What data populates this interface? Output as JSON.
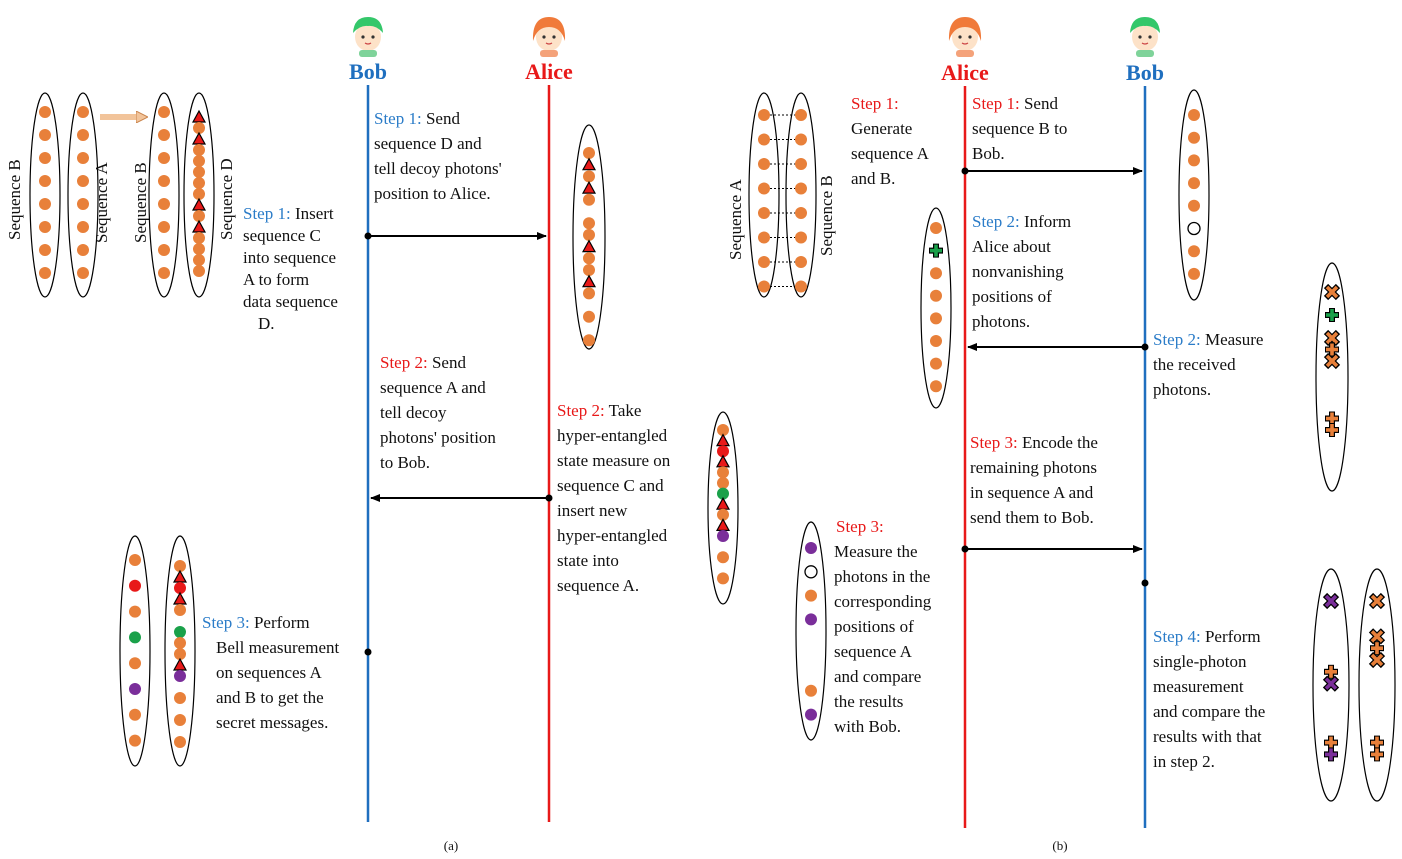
{
  "colors": {
    "bob": "#1f6fbf",
    "alice": "#e81919",
    "step_bob": "#2b7cc8",
    "step_alice": "#e81919",
    "photon_orange": "#e8803a",
    "photon_red": "#e81919",
    "photon_green": "#1aa14a",
    "photon_purple": "#7a2e9a",
    "arrow": "#000000"
  },
  "panel_a": {
    "caption": "(a)",
    "actors": {
      "bob": "Bob",
      "alice": "Alice"
    },
    "sequence_labels": [
      "Sequence B",
      "Sequence A",
      "Sequence B",
      "Sequence D"
    ],
    "steps": [
      {
        "prefix": "Step 1:",
        "lines": [
          " Insert",
          "sequence C",
          "into sequence",
          "A to form",
          "data sequence",
          "D."
        ],
        "actor": "bob"
      },
      {
        "prefix": "Step 1:",
        "lines": [
          " Send",
          "sequence D and",
          "tell decoy photons'",
          "position to Alice."
        ],
        "actor": "bob"
      },
      {
        "prefix": "Step 2:",
        "lines": [
          " Send",
          "sequence A and",
          "tell decoy",
          "photons' position",
          "to Bob."
        ],
        "actor": "alice"
      },
      {
        "prefix": "Step 2:",
        "lines": [
          " Take",
          "hyper-entangled",
          "state measure on",
          "sequence C and",
          "insert new",
          "hyper-entangled",
          "state into",
          "sequence A."
        ],
        "actor": "alice"
      },
      {
        "prefix": "Step 3:",
        "lines": [
          " Perform",
          "Bell measurement",
          "on sequences A",
          "and B to get the",
          "secret messages."
        ],
        "actor": "bob"
      }
    ]
  },
  "panel_b": {
    "caption": "(b)",
    "actors": {
      "alice": "Alice",
      "bob": "Bob"
    },
    "sequence_labels": [
      "Sequence A",
      "Sequence B"
    ],
    "steps": [
      {
        "prefix": "Step 1:",
        "lines": [
          "Generate",
          "sequence A",
          "and B."
        ],
        "actor": "alice"
      },
      {
        "prefix": "Step 1:",
        "lines": [
          " Send",
          "sequence B to",
          "Bob."
        ],
        "actor": "alice"
      },
      {
        "prefix": "Step 2:",
        "lines": [
          " Inform",
          "Alice about",
          "nonvanishing",
          "positions of",
          "photons."
        ],
        "actor": "bob"
      },
      {
        "prefix": "Step 2:",
        "lines": [
          " Measure",
          "the received",
          "photons."
        ],
        "actor": "bob"
      },
      {
        "prefix": "Step 3:",
        "lines": [
          " Encode the",
          "remaining photons",
          "in sequence A and",
          "send them to Bob."
        ],
        "actor": "alice"
      },
      {
        "prefix": "Step 3:",
        "lines": [
          "Measure the",
          "photons in the",
          "corresponding",
          "positions of",
          "sequence A",
          "and compare",
          "the results",
          "with Bob."
        ],
        "actor": "alice"
      },
      {
        "prefix": "Step 4:",
        "lines": [
          " Perform",
          "single-photon",
          "measurement",
          "and compare the",
          "results with that",
          "in step 2."
        ],
        "actor": "bob"
      }
    ]
  }
}
